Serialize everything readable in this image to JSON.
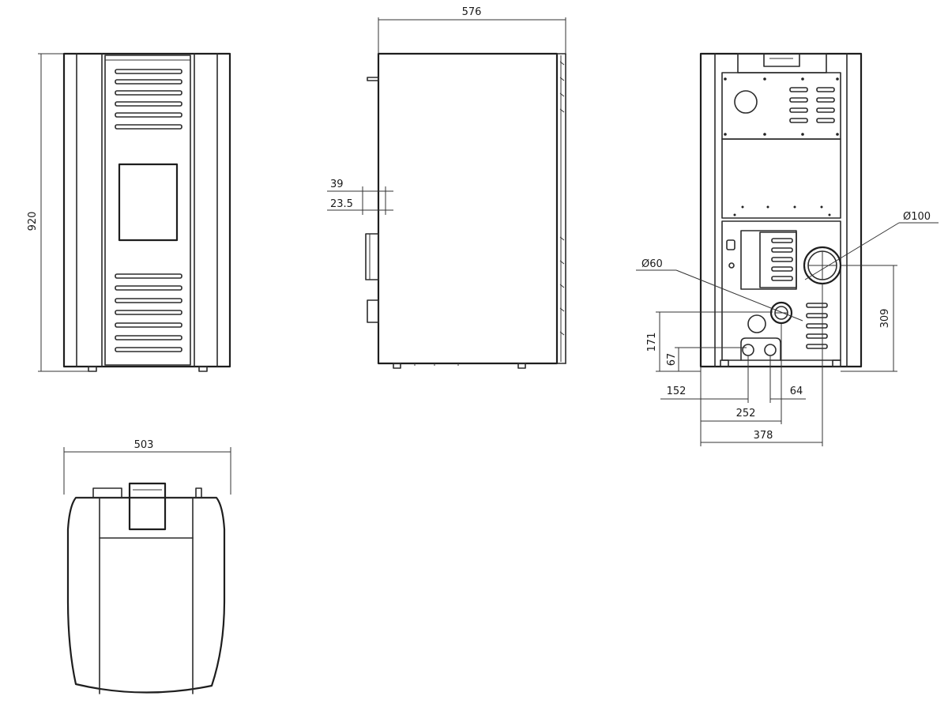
{
  "dimensions": {
    "front_height": "920",
    "side_depth": "576",
    "top_width": "503",
    "upper_offset": "39",
    "lower_offset": "23.5",
    "flue_diameter": "Ø100",
    "air_intake_diameter": "Ø60",
    "flue_height": "309",
    "air_intake_height": "171",
    "fitting_height": "67",
    "air_intake_offset": "152",
    "fitting_spacing": "64",
    "fitting_offset": "252",
    "flue_offset": "378"
  },
  "colors": {
    "line": "#2b2b2b",
    "background": "#ffffff"
  }
}
